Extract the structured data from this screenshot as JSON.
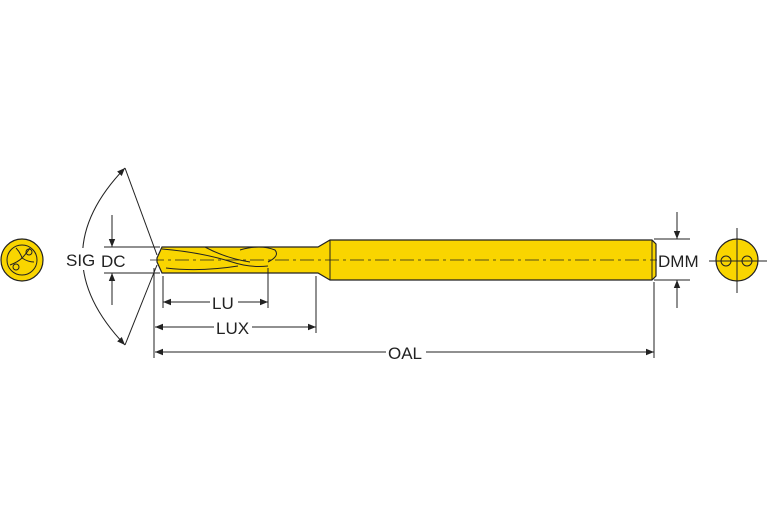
{
  "diagram": {
    "title_hidden": null,
    "labels": {
      "sig": "SIG",
      "dc": "DC",
      "lu": "LU",
      "lux": "LUX",
      "oal": "OAL",
      "dmm": "DMM"
    },
    "colors": {
      "tool_body": "#F9D500",
      "lines": "#222222",
      "background": "#FFFFFF"
    }
  }
}
